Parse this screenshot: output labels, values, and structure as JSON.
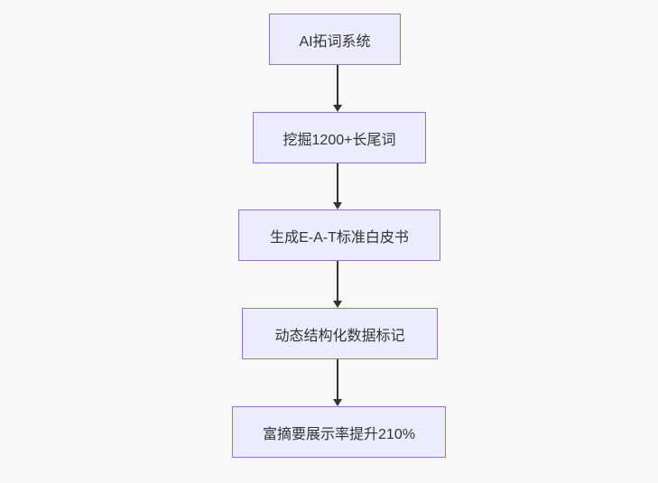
{
  "diagram": {
    "type": "flowchart",
    "direction": "top-down",
    "nodes": [
      {
        "id": "n1",
        "label": "AI拓词系统"
      },
      {
        "id": "n2",
        "label": "挖掘1200+长尾词"
      },
      {
        "id": "n3",
        "label": "生成E-A-T标准白皮书"
      },
      {
        "id": "n4",
        "label": "动态结构化数据标记"
      },
      {
        "id": "n5",
        "label": "富摘要展示率提升210%"
      }
    ],
    "edges": [
      {
        "from": "n1",
        "to": "n2",
        "style": "arrow-down"
      },
      {
        "from": "n2",
        "to": "n3",
        "style": "arrow-down"
      },
      {
        "from": "n3",
        "to": "n4",
        "style": "arrow-down"
      },
      {
        "from": "n4",
        "to": "n5",
        "style": "arrow-down"
      }
    ],
    "colors": {
      "node_fill": "#ECECFF",
      "node_border": "#9370DB",
      "arrow": "#333333",
      "text": "#333333",
      "background": "#f8f8f8"
    }
  }
}
